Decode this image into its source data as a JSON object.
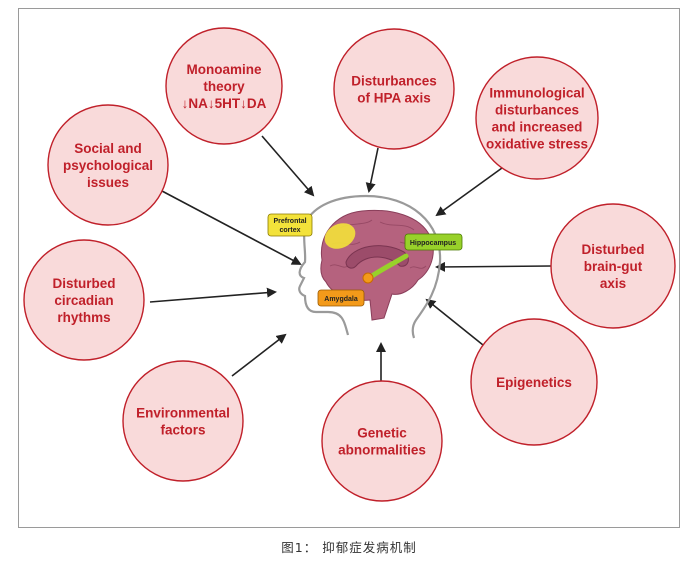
{
  "factors": [
    {
      "id": "monoamine",
      "lines": [
        "Monoamine",
        "theory",
        "↓NA↓5HT↓DA"
      ]
    },
    {
      "id": "hpa",
      "lines": [
        "Disturbances",
        "of HPA axis"
      ]
    },
    {
      "id": "immuno",
      "lines": [
        "Immunological",
        "disturbances",
        "and increased",
        "oxidative stress"
      ]
    },
    {
      "id": "social",
      "lines": [
        "Social and",
        "psychological",
        "issues"
      ]
    },
    {
      "id": "braingut",
      "lines": [
        "Disturbed",
        "brain-gut",
        "axis"
      ]
    },
    {
      "id": "circadian",
      "lines": [
        "Disturbed",
        "circadian",
        "rhythms"
      ]
    },
    {
      "id": "epigenetics",
      "lines": [
        "Epigenetics"
      ]
    },
    {
      "id": "environmental",
      "lines": [
        "Environmental",
        "factors"
      ]
    },
    {
      "id": "genetic",
      "lines": [
        "Genetic",
        "abnormalities"
      ]
    }
  ],
  "brain_regions": {
    "prefrontal": [
      "Prefrontal",
      "cortex"
    ],
    "hippocampus": [
      "Hippocampus"
    ],
    "amygdala": [
      "Amygdala"
    ]
  },
  "colors": {
    "circle_fill": "#f9dada",
    "circle_stroke": "#c0202a",
    "text_red": "#c0202a",
    "brain": "#b5627e",
    "prefrontal": "#f3e23a",
    "hippocampus": "#98d12a",
    "amygdala": "#f39a1a"
  },
  "caption": "图1： 抑郁症发病机制"
}
